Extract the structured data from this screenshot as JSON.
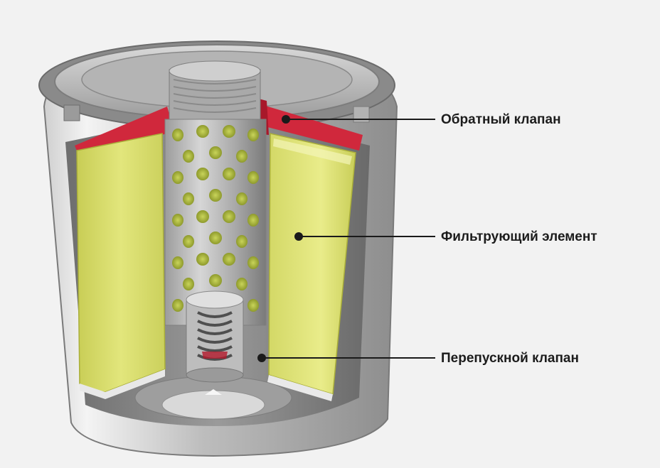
{
  "labels": {
    "check_valve": "Обратный клапан",
    "filter_element": "Фильтрующий элемент",
    "bypass_valve": "Перепускной клапан"
  },
  "colors": {
    "background": "#f2f2f2",
    "housing": "#8a8a8a",
    "filter_media": "#d6db6a",
    "gasket_red": "#d0283c",
    "perforations": "#b7c24a",
    "leader_line": "#1a1a1a"
  }
}
